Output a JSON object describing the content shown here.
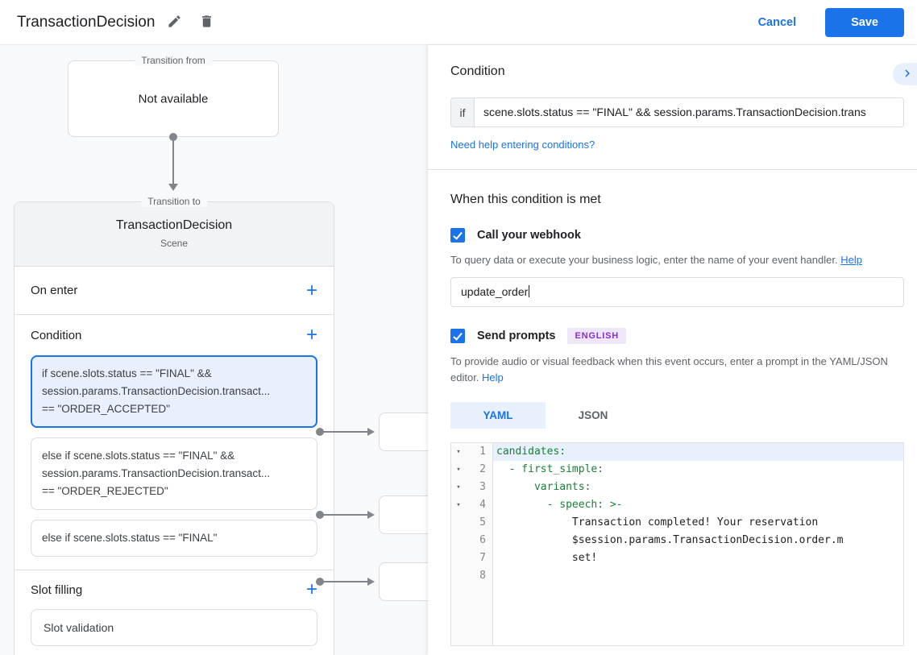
{
  "colors": {
    "accent": "#1a73e8",
    "accent_light": "#e8f0fe",
    "code_green": "#188038",
    "badge_purple": "#8430ce"
  },
  "icons": {
    "add": "+",
    "fold": "▾"
  },
  "appbar": {
    "title": "TransactionDecision",
    "cancel": "Cancel",
    "save": "Save"
  },
  "canvas": {
    "transition_from": {
      "label": "Transition from",
      "content": "Not available"
    },
    "transition_to": {
      "label": "Transition to",
      "title": "TransactionDecision",
      "subtitle": "Scene",
      "on_enter_label": "On enter",
      "condition_label": "Condition",
      "slot_filling_label": "Slot filling",
      "conditions": [
        {
          "text": "if scene.slots.status == \"FINAL\" &&\nsession.params.TransactionDecision.transact...\n== \"ORDER_ACCEPTED\""
        },
        {
          "text": "else if scene.slots.status == \"FINAL\" &&\nsession.params.TransactionDecision.transact...\n== \"ORDER_REJECTED\""
        },
        {
          "text": "else if scene.slots.status == \"FINAL\""
        }
      ],
      "slot_card": "Slot validation"
    }
  },
  "panel": {
    "condition_heading": "Condition",
    "if_label": "if",
    "if_value": "scene.slots.status == \"FINAL\" && session.params.TransactionDecision.trans",
    "conditions_help_link": "Need help entering conditions?",
    "when_heading": "When this condition is met",
    "webhook": {
      "label": "Call your webhook",
      "help_text": "To query data or execute your business logic, enter the name of your event handler.",
      "help_link": "Help",
      "value": "update_order"
    },
    "prompts": {
      "label": "Send prompts",
      "badge": "ENGLISH",
      "help_text": "To provide audio or visual feedback when this event occurs, enter a prompt in the YAML/JSON editor.",
      "help_link": "Help"
    },
    "tabs": {
      "yaml": "YAML",
      "json": "JSON"
    },
    "editor": {
      "lines": [
        {
          "n": "1",
          "key": "candidates:",
          "value": ""
        },
        {
          "n": "2",
          "key": "  - first_simple:",
          "value": ""
        },
        {
          "n": "3",
          "key": "      variants:",
          "value": ""
        },
        {
          "n": "4",
          "key": "        - speech: >-",
          "value": ""
        },
        {
          "n": "5",
          "key": "",
          "value": "            Transaction completed! Your reservation"
        },
        {
          "n": "6",
          "key": "",
          "value": "            $session.params.TransactionDecision.order.m"
        },
        {
          "n": "7",
          "key": "",
          "value": "            set!"
        },
        {
          "n": "8",
          "key": "",
          "value": ""
        }
      ]
    }
  }
}
